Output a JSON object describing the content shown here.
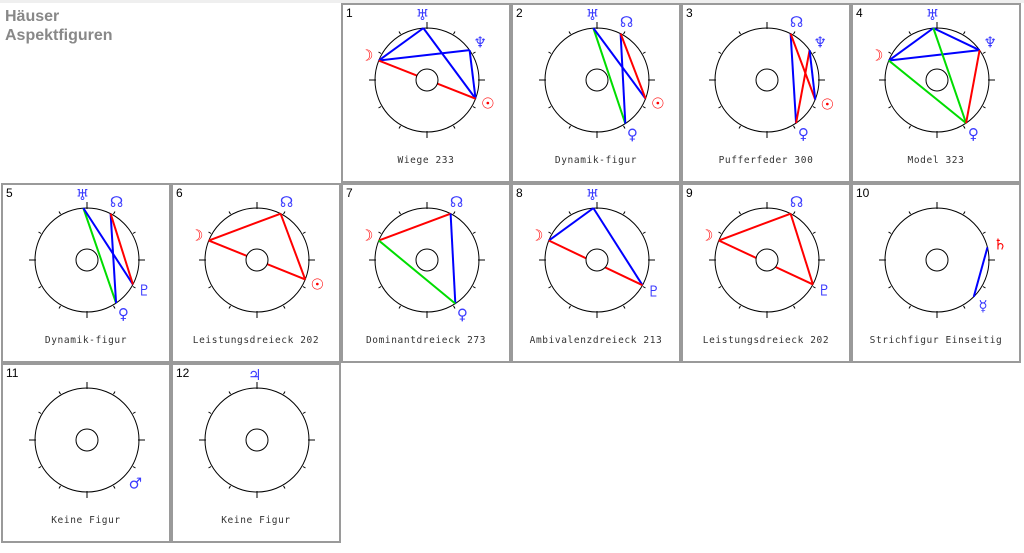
{
  "header": {
    "line1": "Häuser",
    "line2": "Aspektfiguren"
  },
  "colors": {
    "blue": "#0000ff",
    "red": "#ff0000",
    "green": "#00dd00",
    "glyph_blue": "#3a3aff",
    "glyph_red": "#ff0000"
  },
  "planets": {
    "uranus": {
      "glyph": "♅",
      "color": "glyph_blue"
    },
    "neptune": {
      "glyph": "♆",
      "color": "glyph_blue"
    },
    "node": {
      "glyph": "☊",
      "color": "glyph_blue"
    },
    "venus": {
      "glyph": "♀",
      "color": "glyph_blue"
    },
    "mercury": {
      "glyph": "☿",
      "color": "glyph_blue"
    },
    "mars": {
      "glyph": "♂",
      "color": "glyph_blue"
    },
    "jupiter": {
      "glyph": "♃",
      "color": "glyph_blue"
    },
    "pluto": {
      "glyph": "♇",
      "color": "glyph_blue"
    },
    "moon": {
      "glyph": "☽",
      "color": "glyph_red"
    },
    "sun": {
      "glyph": "☉",
      "color": "glyph_red"
    },
    "saturn": {
      "glyph": "♄",
      "color": "glyph_red"
    }
  },
  "figures": [
    {
      "number": "1",
      "label": "Wiege 233",
      "points": {
        "uranus": 94,
        "neptune": 35,
        "moon": 158,
        "sun": -21
      },
      "aspects": [
        [
          "moon",
          "uranus",
          "blue"
        ],
        [
          "uranus",
          "sun",
          "blue"
        ],
        [
          "moon",
          "neptune",
          "blue"
        ],
        [
          "neptune",
          "sun",
          "blue"
        ],
        [
          "moon",
          "sun",
          "red"
        ]
      ]
    },
    {
      "number": "2",
      "label": "Dynamik-figur",
      "points": {
        "uranus": 94,
        "node": 63,
        "sun": -21,
        "venus": -57
      },
      "aspects": [
        [
          "uranus",
          "venus",
          "green"
        ],
        [
          "uranus",
          "sun",
          "blue"
        ],
        [
          "node",
          "venus",
          "blue"
        ],
        [
          "node",
          "sun",
          "red"
        ]
      ]
    },
    {
      "number": "3",
      "label": "Pufferfeder 300",
      "points": {
        "node": 63,
        "neptune": 35,
        "sun": -22,
        "venus": -56
      },
      "aspects": [
        [
          "node",
          "venus",
          "blue"
        ],
        [
          "node",
          "sun",
          "red"
        ],
        [
          "neptune",
          "venus",
          "red"
        ],
        [
          "neptune",
          "sun",
          "blue"
        ]
      ]
    },
    {
      "number": "4",
      "label": "Model 323",
      "points": {
        "uranus": 94,
        "neptune": 35,
        "moon": 158,
        "venus": -56
      },
      "aspects": [
        [
          "moon",
          "uranus",
          "blue"
        ],
        [
          "uranus",
          "neptune",
          "blue"
        ],
        [
          "moon",
          "neptune",
          "blue"
        ],
        [
          "uranus",
          "venus",
          "green"
        ],
        [
          "moon",
          "venus",
          "green"
        ],
        [
          "neptune",
          "venus",
          "red"
        ]
      ]
    },
    {
      "number": "5",
      "label": "Dynamik-figur",
      "points": {
        "uranus": 94,
        "node": 63,
        "pluto": -28,
        "venus": -56
      },
      "aspects": [
        [
          "uranus",
          "venus",
          "green"
        ],
        [
          "uranus",
          "pluto",
          "blue"
        ],
        [
          "node",
          "venus",
          "blue"
        ],
        [
          "node",
          "pluto",
          "red"
        ]
      ]
    },
    {
      "number": "6",
      "label": "Leistungsdreieck 202",
      "points": {
        "node": 63,
        "moon": 158,
        "sun": -22
      },
      "aspects": [
        [
          "node",
          "moon",
          "red"
        ],
        [
          "node",
          "sun",
          "red"
        ],
        [
          "moon",
          "sun",
          "red"
        ]
      ]
    },
    {
      "number": "7",
      "label": "Dominantdreieck 273",
      "points": {
        "node": 63,
        "moon": 158,
        "venus": -57
      },
      "aspects": [
        [
          "moon",
          "node",
          "red"
        ],
        [
          "node",
          "venus",
          "blue"
        ],
        [
          "moon",
          "venus",
          "green"
        ]
      ]
    },
    {
      "number": "8",
      "label": "Ambivalenzdreieck 213",
      "points": {
        "uranus": 94,
        "moon": 158,
        "pluto": -29
      },
      "aspects": [
        [
          "moon",
          "uranus",
          "blue"
        ],
        [
          "uranus",
          "pluto",
          "blue"
        ],
        [
          "moon",
          "pluto",
          "red"
        ]
      ]
    },
    {
      "number": "9",
      "label": "Leistungsdreieck 202",
      "points": {
        "node": 63,
        "moon": 158,
        "pluto": -28
      },
      "aspects": [
        [
          "node",
          "moon",
          "red"
        ],
        [
          "node",
          "pluto",
          "red"
        ],
        [
          "moon",
          "pluto",
          "red"
        ]
      ]
    },
    {
      "number": "10",
      "label": "Strichfigur Einseitig",
      "points": {
        "saturn": 14,
        "mercury": -45
      },
      "aspects": [
        [
          "saturn",
          "mercury",
          "blue"
        ]
      ]
    },
    {
      "number": "11",
      "label": "Keine Figur",
      "points": {
        "mars": -42
      },
      "aspects": []
    },
    {
      "number": "12",
      "label": "Keine Figur",
      "points": {
        "jupiter": 92
      },
      "aspects": []
    }
  ]
}
